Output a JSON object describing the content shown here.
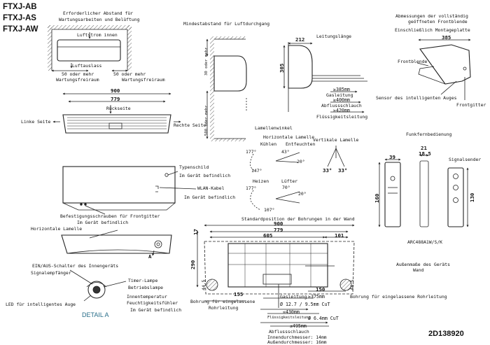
{
  "models": [
    "FTXJ-AB",
    "FTXJ-AS",
    "FTXJ-AW"
  ],
  "doc_code": "2D138920",
  "clearance": {
    "title_1": "Erforderlicher Abstand für",
    "title_2": "Wartungsarbeiten und Belüftung",
    "air_inlet": "Luftstrom innen",
    "air_outlet": "Luftauslass",
    "left": "50 oder mehr",
    "right": "50 oder mehr",
    "service_left": "Wartungsfreiraum",
    "service_right": "Wartungsfreiraum"
  },
  "airflow": {
    "title": "Mindestabstand für Luftdurchgang",
    "top": "30 oder mehr",
    "bottom": "500 oder mehr"
  },
  "front": {
    "w900": "900",
    "w779": "779",
    "back": "Rückseite",
    "left": "Linke Seite",
    "right": "Rechte Seite"
  },
  "side": {
    "depth": "212",
    "height": "305",
    "pipe_len": "Leitungslänge",
    "pipes": [
      {
        "dim": "≥385mm",
        "label": "Gasleitung"
      },
      {
        "dim": "≥400mm",
        "label": "Abflussschlauch"
      },
      {
        "dim": "≥420mm",
        "label": "Flüssigkeitsleitung"
      }
    ]
  },
  "open": {
    "title_1": "Abmessungen der vollständig",
    "title_2": "geöffneten Frontblende",
    "title_3": "Einschließlich Montageplatte",
    "dim": "385",
    "front": "Frontblende",
    "sensor": "Sensor des intelligenten Auges",
    "grille": "Frontgitter"
  },
  "angles": {
    "lamellenwinkel": "Lamellenwinkel",
    "horizontal": "Horizontale Lamelle",
    "cool": "Kühlen",
    "dry": "Entfeuchten",
    "heat": "Heizen",
    "fan": "Lüfter",
    "vertical": "Vertikale Lamelle",
    "a177": "177°",
    "a147": "147°",
    "a43": "43°",
    "a20": "20°",
    "a107": "107°",
    "a70": "70°",
    "a33": "33°"
  },
  "remote": {
    "title": "Funkfernbedienung",
    "signal": "Signalsender",
    "w39": "39",
    "w21": "21",
    "w185": "18.5",
    "h160": "160",
    "h130": "130",
    "model": "ARC488A1W/S/K"
  },
  "unit": {
    "typenschild": "Typenschild",
    "typen_loc": "Im Gerät befindlich",
    "wlan": "WLAN-Kabel",
    "wlan_loc": "Im Gerät befindlich",
    "screws": "Befestigungsschrauben für Frontgitter",
    "screws_loc": "Im Gerät befindlich"
  },
  "bottom": {
    "lamelle": "Horizontale Lamelle",
    "detail_mark": "A",
    "switch": "EIN/AUS-Schalter des Innengeräts",
    "receiver": "Signalempfänger",
    "timer": "Timer-Lampe",
    "operation": "Betriebslampe",
    "temp_1": "Innentemperatur",
    "temp_2": "Feuchtigkeitsfühler",
    "temp_loc": "Im Gerät befindlich",
    "led": "LED für intelligentes Auge",
    "detail": "DETAIL A"
  },
  "wall": {
    "title": "Standardposition der Bohrungen in der Wand",
    "w900": "900",
    "w779": "779",
    "w605": "605",
    "w101": "101",
    "h17": "17",
    "h290": "290",
    "w155": "155",
    "w150": "150",
    "w44a": "44.5",
    "w44b": "44.5",
    "hole_left_1": "Bohrung für eingelassene",
    "hole_left_2": "Rohrleitung",
    "hole_right": "Bohrung für eingelassene Rohrleitung",
    "gas": "Gasleitung",
    "gas_dim": "≥375mm",
    "gas_size": "Ø 12.7 / 9.5mm CuT",
    "gas_len": "≤430mm",
    "liq": "Flüssigkeitsleitung",
    "liq_size": "Ø 6.4mm CuT",
    "liq_len": "≤495mm",
    "drain": "Abflussschlauch",
    "inner_d": "Innendurchmesser: 14mm",
    "outer_d": "Außendurchmesser: 16mm",
    "outer_title": "Außenmaße des Geräts",
    "outer_sub": "Wand"
  }
}
